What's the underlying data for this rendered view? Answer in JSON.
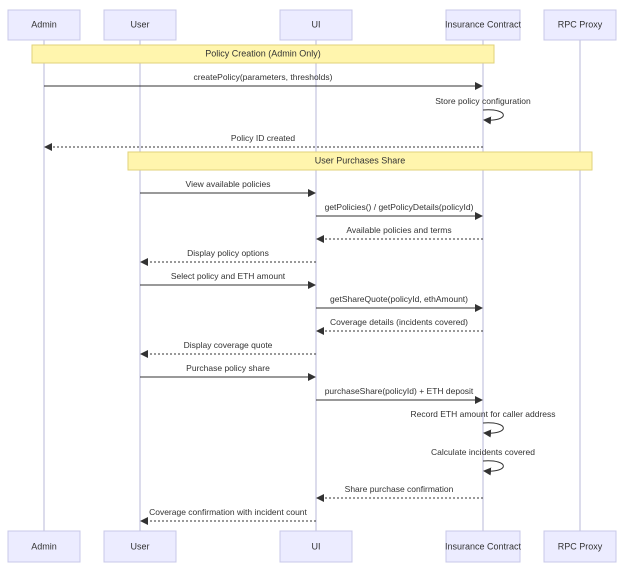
{
  "actors": [
    {
      "id": "admin",
      "label": "Admin"
    },
    {
      "id": "user",
      "label": "User"
    },
    {
      "id": "ui",
      "label": "UI"
    },
    {
      "id": "contract",
      "label": "Insurance Contract"
    },
    {
      "id": "rpc",
      "label": "RPC Proxy"
    }
  ],
  "notes": [
    {
      "id": "policy-creation",
      "label": "Policy Creation (Admin Only)"
    },
    {
      "id": "user-purchases",
      "label": "User Purchases Share"
    }
  ],
  "messages": [
    {
      "from": "admin",
      "to": "contract",
      "label": "createPolicy(parameters, thresholds)",
      "kind": "solid"
    },
    {
      "from": "contract",
      "to": "contract",
      "label": "Store policy configuration",
      "kind": "self"
    },
    {
      "from": "contract",
      "to": "admin",
      "label": "Policy ID created",
      "kind": "dashed"
    },
    {
      "from": "user",
      "to": "ui",
      "label": "View available policies",
      "kind": "solid"
    },
    {
      "from": "ui",
      "to": "contract",
      "label": "getPolicies() / getPolicyDetails(policyId)",
      "kind": "solid"
    },
    {
      "from": "contract",
      "to": "ui",
      "label": "Available policies and terms",
      "kind": "dashed"
    },
    {
      "from": "ui",
      "to": "user",
      "label": "Display policy options",
      "kind": "dashed"
    },
    {
      "from": "user",
      "to": "ui",
      "label": "Select policy and ETH amount",
      "kind": "solid"
    },
    {
      "from": "ui",
      "to": "contract",
      "label": "getShareQuote(policyId, ethAmount)",
      "kind": "solid"
    },
    {
      "from": "contract",
      "to": "ui",
      "label": "Coverage details (incidents covered)",
      "kind": "dashed"
    },
    {
      "from": "ui",
      "to": "user",
      "label": "Display coverage quote",
      "kind": "dashed"
    },
    {
      "from": "user",
      "to": "ui",
      "label": "Purchase policy share",
      "kind": "solid"
    },
    {
      "from": "ui",
      "to": "contract",
      "label": "purchaseShare(policyId) + ETH deposit",
      "kind": "solid"
    },
    {
      "from": "contract",
      "to": "contract",
      "label": "Record ETH amount for caller address",
      "kind": "self"
    },
    {
      "from": "contract",
      "to": "contract",
      "label": "Calculate incidents covered",
      "kind": "self"
    },
    {
      "from": "contract",
      "to": "ui",
      "label": "Share purchase confirmation",
      "kind": "dashed"
    },
    {
      "from": "ui",
      "to": "user",
      "label": "Coverage confirmation with incident count",
      "kind": "dashed"
    }
  ]
}
